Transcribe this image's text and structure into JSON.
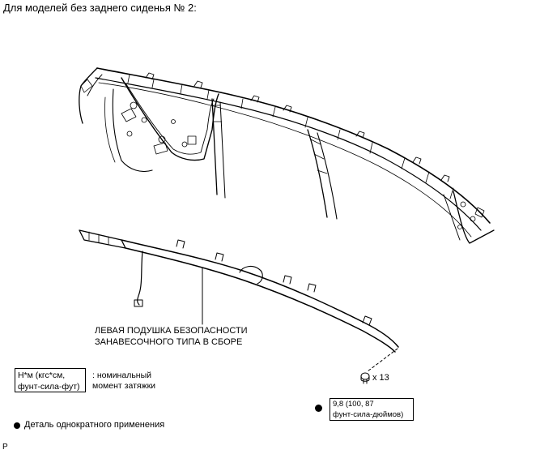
{
  "heading": "Для моделей без заднего сиденья № 2:",
  "callout": {
    "line1": "ЛЕВАЯ ПОДУШКА БЕЗОПАСНОСТИ",
    "line2": "ЗАНАВЕСОЧНОГО ТИПА В СБОРЕ"
  },
  "legend": {
    "unit_line1": "Н*м (кгс*см,",
    "unit_line2": "фунт-сила-фут)",
    "desc_line1": ": номинальный",
    "desc_line2": "момент затяжки"
  },
  "torque": {
    "line1": "9,8 (100, 87",
    "line2": "фунт-сила-дюймов)"
  },
  "bolt_qty": "x 13",
  "non_reusable": "Деталь однократного применения",
  "figure_code": "P"
}
